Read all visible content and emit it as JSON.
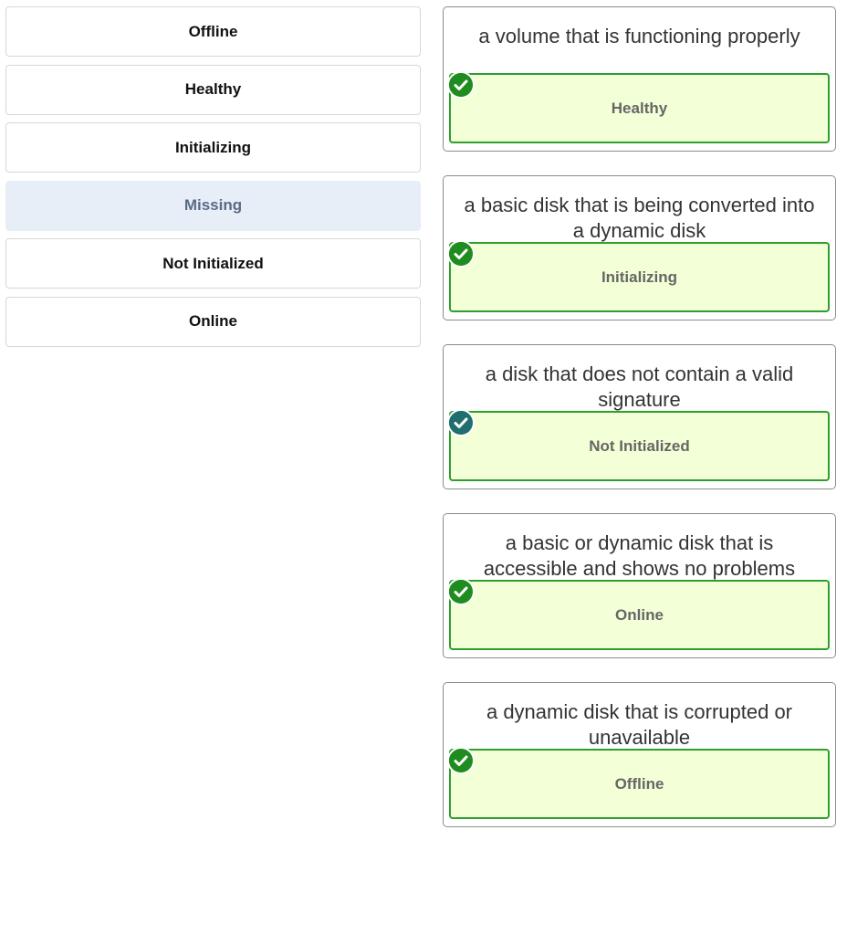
{
  "options": [
    {
      "label": "Offline",
      "used": false
    },
    {
      "label": "Healthy",
      "used": false
    },
    {
      "label": "Initializing",
      "used": false
    },
    {
      "label": "Missing",
      "used": true
    },
    {
      "label": "Not Initialized",
      "used": false
    },
    {
      "label": "Online",
      "used": false
    }
  ],
  "targets": [
    {
      "prompt": "a volume that is functioning properly",
      "answer": "Healthy",
      "icon": "check-circle-icon",
      "icon_color": "#1f8c1f"
    },
    {
      "prompt": "a basic disk that is being converted into a dynamic disk",
      "answer": "Initializing",
      "icon": "check-circle-icon",
      "icon_color": "#1f8c1f"
    },
    {
      "prompt": "a disk that does not contain a valid signature",
      "answer": "Not Initialized",
      "icon": "check-circle-icon",
      "icon_color": "#1f6f6f"
    },
    {
      "prompt": "a basic or dynamic disk that is accessible and shows no problems",
      "answer": "Online",
      "icon": "check-circle-icon",
      "icon_color": "#1f8c1f"
    },
    {
      "prompt": "a dynamic disk that is corrupted or unavailable",
      "answer": "Offline",
      "icon": "check-circle-icon",
      "icon_color": "#1f8c1f"
    }
  ]
}
